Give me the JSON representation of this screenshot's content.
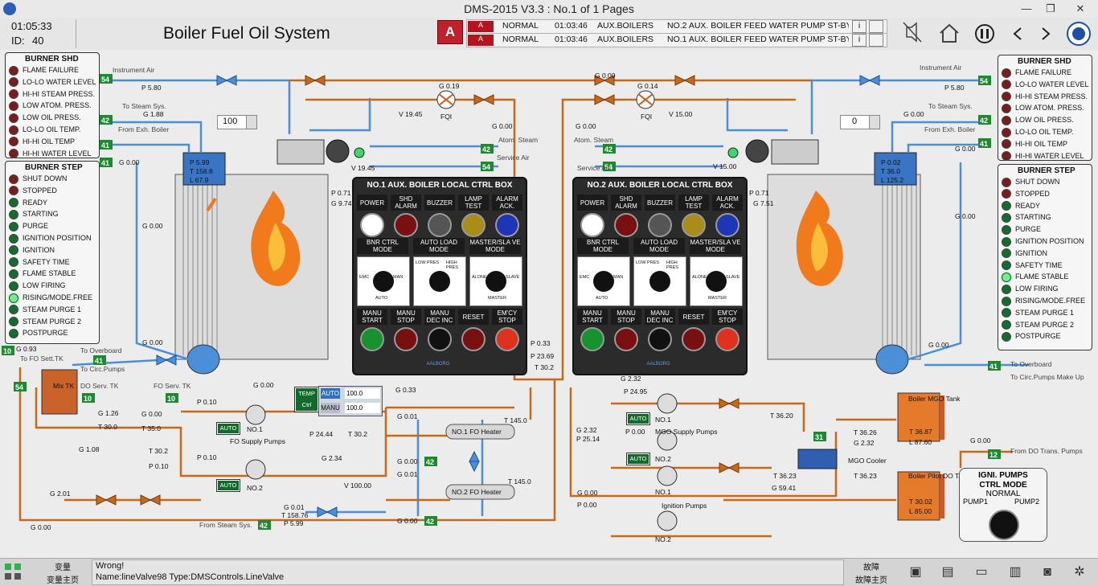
{
  "window": {
    "title": "DMS-2015 V3.3 : No.1 of 1 Pages",
    "btn_min": "—",
    "btn_max": "❐",
    "btn_close": "✕"
  },
  "header": {
    "time": "01:05:33",
    "id_label": "ID:",
    "id_value": "40",
    "page_title": "Boiler Fuel Oil System",
    "alarm_icon": "A"
  },
  "alarms": [
    {
      "ack": "A",
      "status": "NORMAL",
      "time": "01:03:46",
      "group": "AUX.BOILERS",
      "desc": "NO.2 AUX. BOILER FEED WATER PUMP ST-BY"
    },
    {
      "ack": "A",
      "status": "NORMAL",
      "time": "01:03:46",
      "group": "AUX.BOILERS",
      "desc": "NO.1 AUX. BOILER FEED WATER PUMP ST-BY"
    }
  ],
  "alarm_info": "i",
  "nav": {
    "mute": "mute-icon",
    "home": "home-icon",
    "pause": "pause-icon",
    "prev": "<",
    "next": ">",
    "logo": "logo-icon"
  },
  "burner_shd_left": {
    "title": "BURNER SHD",
    "items": [
      "FLAME FAILURE",
      "LO-LO WATER LEVEL",
      "HI-HI STEAM PRESS.",
      "LOW ATOM. PRESS.",
      "LOW OIL PRESS.",
      "LO-LO OIL TEMP.",
      "HI-HI OIL TEMP",
      "HI-HI WATER LEVEL"
    ]
  },
  "burner_step_left": {
    "title": "BURNER STEP",
    "items": [
      "SHUT DOWN",
      "STOPPED",
      "READY",
      "STARTING",
      "PURGE",
      "IGNITION POSITION",
      "IGNITION",
      "SAFETY TIME",
      "FLAME STABLE",
      "LOW FIRING",
      "RISING/MODE.FREE",
      "STEAM PURGE 1",
      "STEAM PURGE 2",
      "POSTPURGE"
    ],
    "lit_index": 10
  },
  "burner_shd_right": {
    "title": "BURNER SHD",
    "items": [
      "FLAME FAILURE",
      "LO-LO WATER LEVEL",
      "HI-HI STEAM PRESS.",
      "LOW ATOM. PRESS.",
      "LOW OIL PRESS.",
      "LO-LO OIL TEMP.",
      "HI-HI OIL TEMP",
      "HI-HI WATER LEVEL"
    ]
  },
  "burner_step_right": {
    "title": "BURNER STEP",
    "items": [
      "SHUT DOWN",
      "STOPPED",
      "READY",
      "STARTING",
      "PURGE",
      "IGNITION POSITION",
      "IGNITION",
      "SAFETY TIME",
      "FLAME STABLE",
      "LOW FIRING",
      "RISING/MODE.FREE",
      "STEAM PURGE 1",
      "STEAM PURGE 2",
      "POSTPURGE"
    ],
    "lit_index": 8
  },
  "ctrl_box_1": {
    "title": "NO.1 AUX. BOILER LOCAL CTRL BOX",
    "row1": [
      "POWER",
      "SHD ALARM",
      "BUZZER",
      "LAMP TEST",
      "ALARM ACK."
    ],
    "row2": [
      "BNR CTRL MODE",
      "AUTO LOAD MODE",
      "MASTER/SLA VE MODE"
    ],
    "row3": [
      "MANU START",
      "MANU STOP",
      "MANU DEC INC",
      "RESET",
      "EM'CY STOP"
    ],
    "knob1": [
      "EMC",
      "MAN",
      "AUTO"
    ],
    "knob2": [
      "LOW PRES",
      "HIGH PRES"
    ],
    "knob3": [
      "ALONE",
      "SLAVE",
      "MASTER"
    ],
    "brand": "AALBORG"
  },
  "ctrl_box_2": {
    "title": "NO.2 AUX. BOILER LOCAL CTRL BOX",
    "row1": [
      "POWER",
      "SHD ALARM",
      "BUZZER",
      "LAMP TEST",
      "ALARM ACK."
    ],
    "row2": [
      "BNR CTRL MODE",
      "AUTO LOAD MODE",
      "MASTER/SLA VE MODE"
    ],
    "row3": [
      "MANU START",
      "MANU STOP",
      "MANU DEC INC",
      "RESET",
      "EM'CY STOP"
    ],
    "knob1": [
      "EMC",
      "MAN",
      "AUTO"
    ],
    "knob2": [
      "LOW PRES",
      "HIGH PRES"
    ],
    "knob3": [
      "ALONE",
      "SLAVE",
      "MASTER"
    ],
    "brand": "AALBORG"
  },
  "setpoints": {
    "left_load": "100",
    "right_load": "0",
    "temp_auto": "AUTO",
    "temp_manu": "MANU",
    "temp_ctrl": "TEMP Ctrl",
    "temp_auto_val": "100.0",
    "temp_manu_val": "100.0"
  },
  "labels": {
    "instrument_air_l": "Instrument Air",
    "instrument_air_r": "Instrument Air",
    "to_steam_l": "To Steam Sys.",
    "to_steam_r": "To Steam Sys.",
    "from_exh_l": "From Exh. Boiler",
    "from_exh_r": "From Exh. Boiler",
    "atom_steam_l": "Atom. Steam",
    "service_air_l": "Service Air",
    "atom_steam_r": "Atom. Steam",
    "service_air_r": "Service Air",
    "to_overboard_l": "To Overboard",
    "to_overboard_r": "To Overboard",
    "to_circ_l": "To Circ.Pumps",
    "to_circ_r": "To Circ.Pumps Make Up",
    "to_fo_sett": "To FO Sett.TK",
    "do_serv": "DO Serv. TK",
    "fo_serv": "FO Serv. TK",
    "mix_tk": "Mix TK",
    "fo_supply": "FO Supply Pumps",
    "fo_heater1": "NO.1 FO Heater",
    "fo_heater2": "NO.2 FO Heater",
    "from_steam_sys": "From Steam Sys.",
    "mgo_supply": "MGO Supply Pumps",
    "mgo_cooler": "MGO Cooler",
    "ignition_pumps": "Ignition Pumps",
    "boiler_mgo_tank": "Boiler MGO Tank",
    "boiler_pilot_do": "Boiler Pilot DO Tank",
    "from_do_trans": "From DO Trans. Pumps",
    "fqi": "FQI",
    "no1": "NO.1",
    "no2": "NO.2",
    "auto": "AUTO"
  },
  "ign_mode": {
    "title1": "IGNI. PUMPS",
    "title2": "CTRL MODE",
    "mode": "NORMAL",
    "pump1": "PUMP1",
    "pump2": "PUMP2"
  },
  "readings": {
    "p580l": "P 5.80",
    "p580r": "P 5.80",
    "g188": "G 1.88",
    "g019": "G 0.19",
    "g014": "G 0.14",
    "g000a": "G 0.00",
    "g000b": "G 0.00",
    "v1945a": "V 19.45",
    "v1945b": "V 19.45",
    "v1500a": "V 15.00",
    "v1500b": "V 15.00",
    "p599": "P 5.99",
    "t1589": "T 158.8",
    "l679": "L 67.9",
    "p002": "P 0.02",
    "t360": "T 36.0",
    "l1252": "L 125.2",
    "p071l": "P 0.71",
    "g974": "G 9.74",
    "p071r": "P 0.71",
    "g751": "G 7.51",
    "g000l1": "G 0.00",
    "g000l2": "G 0.00",
    "g000l3": "G 0.00",
    "g000r1": "G 0.00",
    "g000r2": "G 0.00",
    "g000r3": "G 0.00",
    "g000r4": "G 0.00",
    "g093": "G 0.93",
    "g126": "G 1.26",
    "g000c": "G 0.00",
    "t300": "T 30.0",
    "t350": "T 35.0",
    "p010a": "P 0.10",
    "p010b": "P 0.10",
    "g108": "G 1.08",
    "t302a": "T 30.2",
    "p010c": "P 0.10",
    "g033a": "G 0.33",
    "p2444": "P 24.44",
    "t302b": "T 30.2",
    "g234": "G 2.34",
    "g001a": "G 0.01",
    "g001b": "G 0.01",
    "g000d": "G 0.00",
    "g000e": "G 0.00",
    "t1450a": "T 145.0",
    "t1450b": "T 145.0",
    "v10000": "V 100.00",
    "g201": "G 2.01",
    "g001c": "G 0.01",
    "t15876": "T 158.76",
    "p599b": "P 5.99",
    "g000f": "G 0.00",
    "g000g": "G 0.00",
    "g000h": "G 0.00",
    "p033": "P 0.33",
    "p2369": "P 23.69",
    "t302c": "T 30.2",
    "g232a": "G 2.32",
    "p2495": "P 24.95",
    "g232b": "G 2.32",
    "p2514": "P 25.14",
    "p000a": "P 0.00",
    "t3620": "T 36.20",
    "t3626": "T 36.26",
    "g232c": "G 2.32",
    "t3623a": "T 36.23",
    "g5941": "G 59.41",
    "t3623b": "T 36.23",
    "g000i": "G 0.00",
    "p000b": "P 0.00",
    "g000j": "G 0.00",
    "t3687": "T 36.87",
    "l8760": "L 87.60",
    "t3002": "T 30.02",
    "l8500": "L 85.00"
  },
  "tags": {
    "t54a": "54",
    "t42a": "42",
    "t41a": "41",
    "t41b": "41",
    "t42b": "42",
    "t54b": "54",
    "t42c": "42",
    "t54c": "54",
    "t54d": "54",
    "t42d": "42",
    "t41c": "41",
    "t41d": "41",
    "t10a": "10",
    "t41e": "41",
    "t54e": "54",
    "t10b": "10",
    "t10c": "10",
    "t42e": "42",
    "t42f": "42",
    "t42g": "42",
    "t31": "31",
    "t41f": "41",
    "t12": "12"
  },
  "status_bar": {
    "var_label": "变量",
    "var_home": "变量主页",
    "msg1": "Wrong!",
    "msg2": "Name:lineValve98 Type:DMSControls.LineValve",
    "fault_label": "故障",
    "fault_home": "故障主页"
  },
  "colors": {
    "fuel_oil": "#c66a1a",
    "steam": "#4a8fd8",
    "water": "#8cb7e6",
    "alarm": "#c0202a",
    "tag_green": "#1c8b2d",
    "fuel_light": "#e88a2a"
  }
}
